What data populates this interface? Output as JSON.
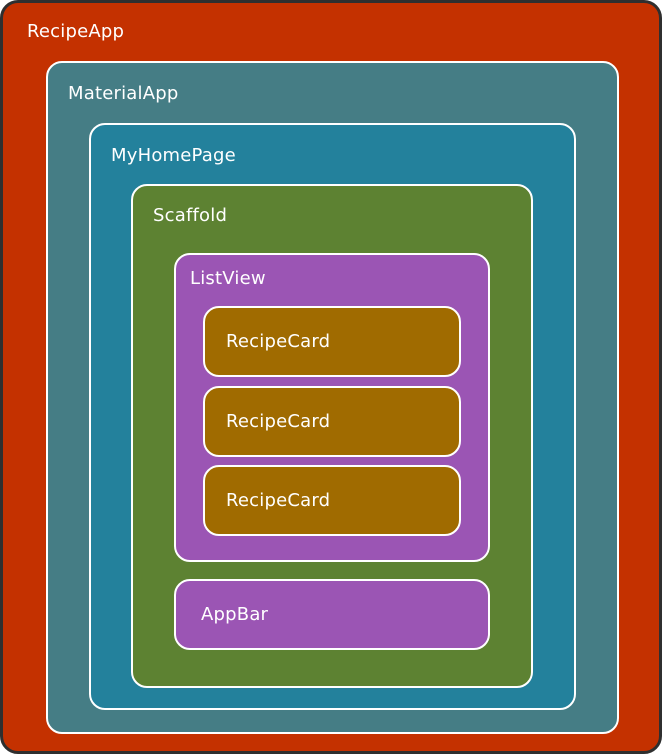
{
  "nodes": {
    "recipe_app": {
      "label": "RecipeApp",
      "color": "#c43100"
    },
    "material_app": {
      "label": "MaterialApp",
      "color": "#457d85"
    },
    "my_home_page": {
      "label": "MyHomePage",
      "color": "#23819c"
    },
    "scaffold": {
      "label": "Scaffold",
      "color": "#5d8232"
    },
    "list_view": {
      "label": "ListView",
      "color": "#9b55b4"
    },
    "recipe_cards": [
      {
        "label": "RecipeCard",
        "color": "#a06b00"
      },
      {
        "label": "RecipeCard",
        "color": "#a06b00"
      },
      {
        "label": "RecipeCard",
        "color": "#a06b00"
      }
    ],
    "app_bar": {
      "label": "AppBar",
      "color": "#9b55b4"
    }
  }
}
